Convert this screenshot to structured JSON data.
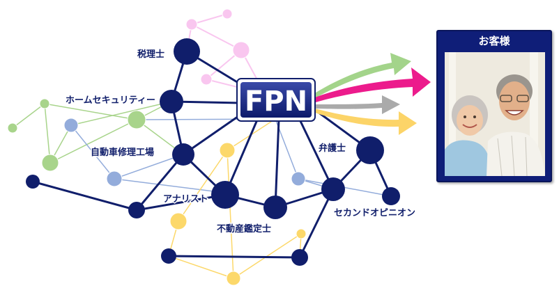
{
  "diagram": {
    "hub": {
      "label": "FPN"
    },
    "experts": {
      "tax_accountant": "税理士",
      "home_security": "ホームセキュリティー",
      "auto_repair": "自動車修理工場",
      "analyst": "アナリスト",
      "real_estate_appraiser": "不動産鑑定士",
      "lawyer": "弁護士",
      "second_opinion": "セカンドオピニオン"
    },
    "customer": {
      "title": "お客様"
    },
    "colors": {
      "navy": "#101e6b",
      "pink": "#f9c6ef",
      "green": "#a8d48b",
      "blue": "#93acdb",
      "yellow": "#fcd86a",
      "arrow_green": "#a3d48a",
      "arrow_magenta": "#ec1b8c",
      "arrow_gray": "#aaaaaa",
      "arrow_yellow": "#fcd468"
    },
    "icons": [
      "arrow-icon",
      "customer-photo"
    ]
  }
}
